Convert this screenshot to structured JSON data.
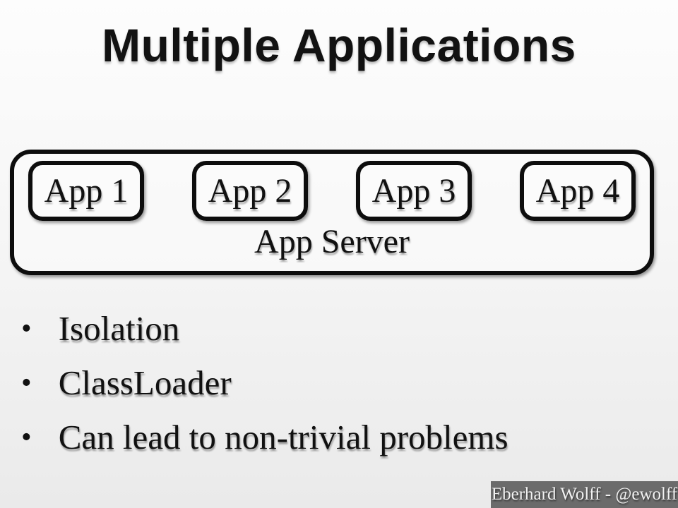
{
  "slide": {
    "title": "Multiple Applications",
    "diagram": {
      "container_label": "App Server",
      "apps": [
        {
          "label": "App 1"
        },
        {
          "label": "App 2"
        },
        {
          "label": "App 3"
        },
        {
          "label": "App 4"
        }
      ]
    },
    "bullets": [
      "Isolation",
      "ClassLoader",
      "Can lead to non-trivial problems"
    ],
    "footer": "Eberhard Wolff - @ewolff",
    "colors": {
      "background_top": "#fdfdfd",
      "background_bottom": "#eaeaea",
      "box_border": "#0d0d0d",
      "text": "#111111",
      "footer_background": "#6b6b6b",
      "footer_text": "#f2f2f2"
    }
  }
}
